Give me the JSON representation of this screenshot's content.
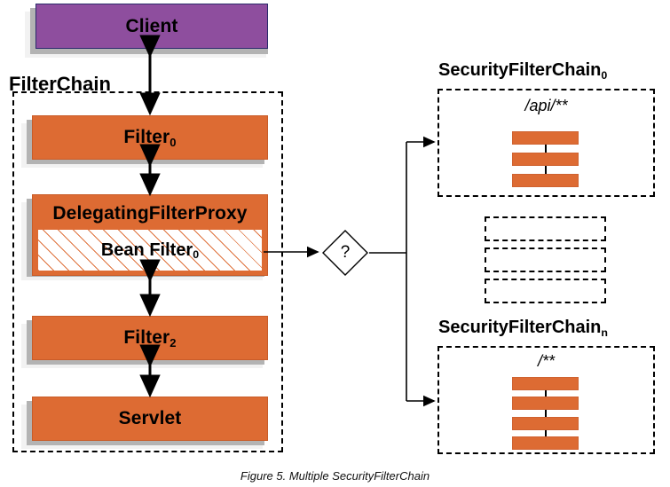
{
  "figure": {
    "caption": "Figure 5. Multiple SecurityFilterChain"
  },
  "colors": {
    "client_fill": "#8E4E9E",
    "filter_fill": "#DD6B33",
    "shadow_dark": "#B3B3B3",
    "shadow_light": "#F2F2F2",
    "stroke": "#000000"
  },
  "left_column": {
    "client": {
      "label": "Client"
    },
    "group_label": "FilterChain",
    "nodes": [
      {
        "label": "Filter",
        "subscript": "0",
        "name": "filter-0"
      },
      {
        "label": "DelegatingFilterProxy",
        "subscript": "",
        "name": "delegating-filter-proxy"
      },
      {
        "label": "Bean Filter",
        "subscript": "0",
        "name": "bean-filter-0"
      },
      {
        "label": "Filter",
        "subscript": "2",
        "name": "filter-2"
      },
      {
        "label": "Servlet",
        "subscript": "",
        "name": "servlet"
      }
    ]
  },
  "decision": {
    "label": "?"
  },
  "security_chains": [
    {
      "title": "SecurityFilterChain",
      "subscript": "0",
      "pattern": "/api/**",
      "filter_count": 3
    },
    {
      "title": "SecurityFilterChain",
      "subscript": "n",
      "pattern": "/**",
      "filter_count": 4
    }
  ],
  "placeholder_boxes": {
    "count": 3,
    "label": ""
  }
}
